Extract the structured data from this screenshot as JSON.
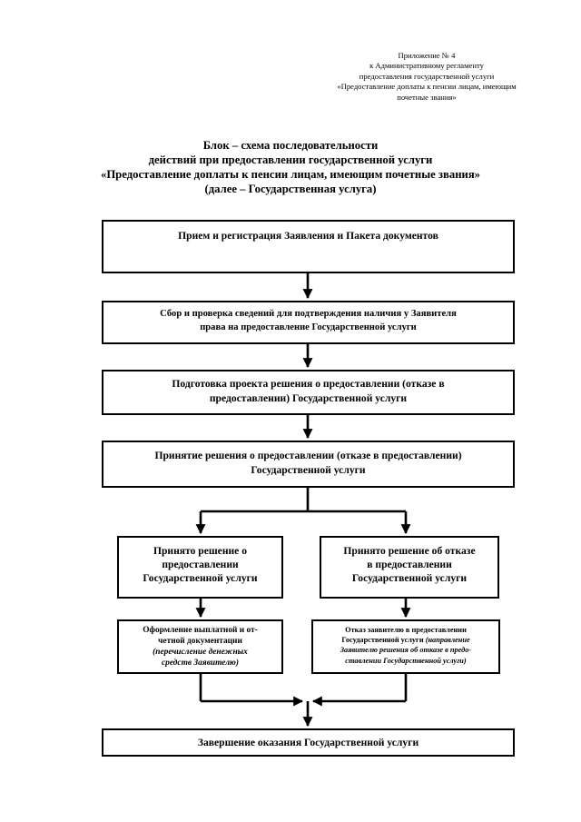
{
  "appendix": {
    "lines": [
      "Приложение № 4",
      "к Административному регламенту",
      "предоставления государственной услуги",
      "«Предоставление доплаты к пенсии лицам, имеющим",
      "почетные звания»"
    ]
  },
  "title": {
    "lines": [
      "Блок – схема последовательности",
      "действий при предоставлении государственной услуги",
      "«Предоставление доплаты к пенсии лицам, имеющим почетные звания»",
      "(далее – Государственная услуга)"
    ]
  },
  "steps": {
    "reception": {
      "lines": [
        "Прием и регистрация Заявления и Пакета документов"
      ]
    },
    "verification": {
      "lines": [
        "Сбор и проверка сведений для подтверждения наличия у Заявителя",
        "права  на предоставление Государственной услуги"
      ]
    },
    "preparation": {
      "lines": [
        "Подготовка проекта решения о предоставлении (отказе в",
        "предоставлении) Государственной услуги"
      ]
    },
    "decision": {
      "lines": [
        "Принятие решения о предоставлении (отказе в предоставлении)",
        "Государственной услуги"
      ]
    },
    "approved": {
      "lines": [
        "Принято решение о",
        "предоставлении",
        "Государственной услуги"
      ]
    },
    "refused": {
      "lines": [
        "Принято решение об отказе",
        "в  предоставлении",
        "Государственной услуги"
      ]
    },
    "payment_docs": {
      "lines": [
        "Оформление выплатной и от-",
        "четной документации"
      ],
      "note_lines": [
        "(перечисление денежных",
        "средств Заявителю)"
      ]
    },
    "refusal_notice": {
      "lines": [
        "Отказ заявителю в предоставлении",
        "Государственной услуги"
      ],
      "note_lines": [
        "(направление",
        "Заявителю решения об отказе в предо-",
        "ставлении Государственной услуги)"
      ]
    },
    "completion": {
      "lines": [
        "Завершение оказания Государственной услуги"
      ]
    }
  }
}
